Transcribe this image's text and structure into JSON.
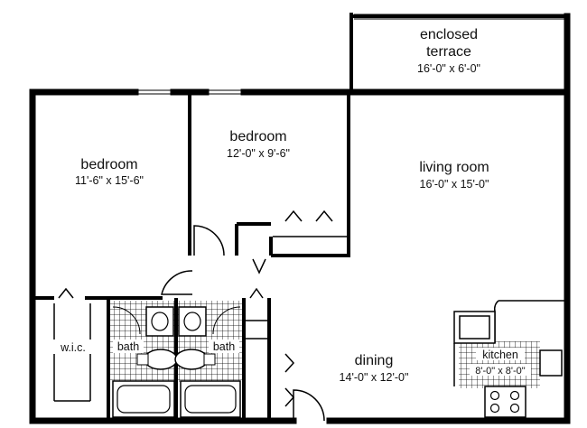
{
  "rooms": {
    "terrace": {
      "name_line1": "enclosed",
      "name_line2": "terrace",
      "dims": "16'-0\" x 6'-0\""
    },
    "bedroom_left": {
      "name": "bedroom",
      "dims": "11'-6\" x 15'-6\""
    },
    "bedroom_mid": {
      "name": "bedroom",
      "dims": "12'-0\" x 9'-6\""
    },
    "living": {
      "name": "living room",
      "dims": "16'-0\" x 15'-0\""
    },
    "dining": {
      "name": "dining",
      "dims": "14'-0\" x 12'-0\""
    },
    "kitchen": {
      "name": "kitchen",
      "dims": "8'-0\" x 8'-0\""
    },
    "wic": {
      "name": "w.i.c."
    },
    "bath_left": {
      "name": "bath"
    },
    "bath_right": {
      "name": "bath"
    }
  },
  "colors": {
    "walls": "#000000",
    "background": "#ffffff"
  }
}
